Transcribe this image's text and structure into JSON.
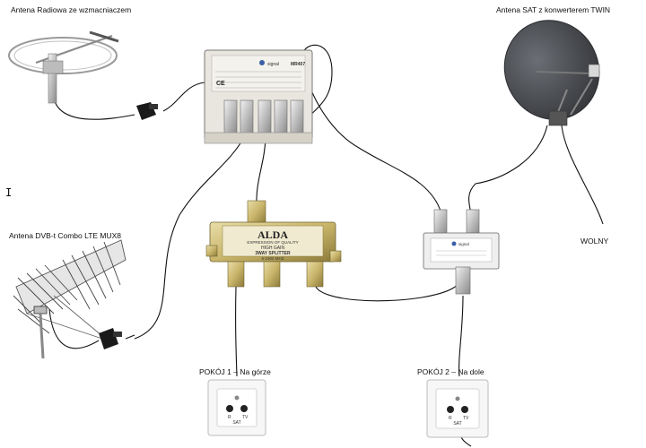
{
  "labels": {
    "radio_antenna": "Antena Radiowa ze wzmacniaczem",
    "sat_antenna": "Antena SAT z konwerterem TWIN",
    "dvbt_antenna": "Antena DVB-t Combo LTE MUX8",
    "free": "WOLNY",
    "room1": "POKÓJ 1 – Na górze",
    "room2": "POKÓJ 2 – Na dole",
    "cursor": "I"
  },
  "amplifier": {
    "brand": "signal",
    "model": "MR407"
  },
  "splitter": {
    "brand": "ALDA",
    "line1": "EXPRESSION OF QUALITY",
    "line2": "HIGH GAIN",
    "line3": "3WAY SPLITTER",
    "line4": "5-2300 MHZ"
  },
  "diplexer": {
    "brand": "signal"
  },
  "sockets": {
    "r": "R",
    "tv": "TV",
    "sat": "SAT"
  },
  "colors": {
    "cable": "#111111",
    "metal": "#c9c9c9",
    "dish": "#4a4c50",
    "amp_body": "#e9e6df"
  }
}
